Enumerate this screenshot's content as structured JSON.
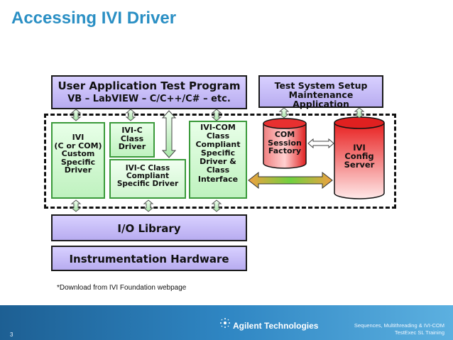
{
  "title": "Accessing IVI Driver",
  "diagram": {
    "user_app": {
      "line1": "User Application Test Program",
      "line2": "VB – LabVIEW – C/C++/C# – etc."
    },
    "test_system": "Test System Setup\nMaintenance Application",
    "ivi_custom": "IVI\n(C or COM)\nCustom\nSpecific\nDriver",
    "ivi_c_class": "IVI-C\nClass\nDriver",
    "ivi_c_compliant": "IVI-C Class\nCompliant\nSpecific Driver",
    "ivi_com": "IVI-COM\nClass\nCompliant\nSpecific\nDriver &\nClass\nInterface",
    "com_session": "COM\nSession\nFactory",
    "ivi_config": "IVI\nConfig\nServer",
    "io_library": "I/O Library",
    "instr_hw": "Instrumentation Hardware",
    "colors": {
      "lavender": "#c8bef8",
      "green": "#c8f5c8",
      "red": "#e02020",
      "arrow": "#111111"
    }
  },
  "footnote": "*Download  from IVI Foundation webpage",
  "footer": {
    "page": "3",
    "company": "Agilent Technologies",
    "line1": "Sequences, Multithreading & IVI-COM",
    "line2": "TestExec SL Training",
    "colors": {
      "bar": "#2a7ab8"
    }
  }
}
